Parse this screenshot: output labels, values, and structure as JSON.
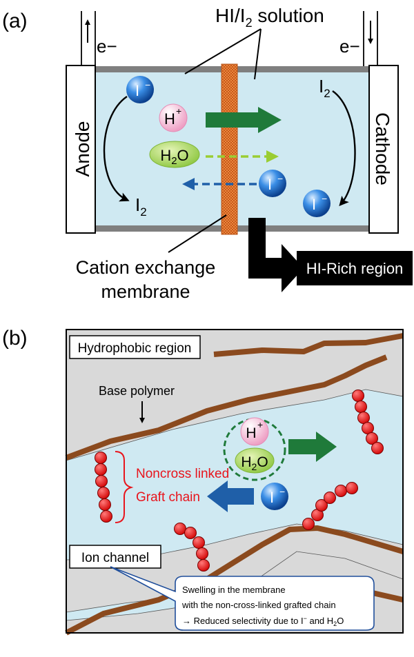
{
  "panel_a": {
    "label": "(a)",
    "electron_left": "e−",
    "electron_right": "e−",
    "solution_label": "HI/I",
    "solution_sub": "2",
    "solution_suffix": " solution",
    "anode": "Anode",
    "cathode": "Cathode",
    "iodide_symbol": "I",
    "minus": "−",
    "proton_symbol": "H",
    "plus": "+",
    "water_h": "H",
    "water_sub": "2",
    "water_o": "O",
    "iodine_symbol": "I",
    "iodine_sub": "2",
    "membrane_line1": "Cation exchange",
    "membrane_line2": "membrane",
    "hi_rich": "HI-Rich region",
    "colors": {
      "solution": "#cfe9f2",
      "membrane": "#e88a3c",
      "proton_arrow": "#1f7a3a",
      "water_arrow": "#9acd32",
      "iodide_arrow": "#1f5fa8"
    }
  },
  "panel_b": {
    "label": "(b)",
    "hydrophobic": "Hydrophobic region",
    "base_polymer": "Base polymer",
    "noncross_line1": "Noncross linked",
    "noncross_line2": "Graft chain",
    "ion_channel": "Ion channel",
    "callout_line1": "Swelling in the membrane",
    "callout_line2": "with the non-cross-linked grafted chain",
    "callout_line3_prefix": "→  Reduced selectivity due to I",
    "callout_line3_minus": "−",
    "callout_line3_mid": " and H",
    "callout_line3_sub": "2",
    "callout_line3_end": "O",
    "colors": {
      "hydrophobic": "#d9d9d9",
      "channel": "#cfe9f2",
      "polymer": "#8b4a1e",
      "graft": "#e8141c",
      "red_text": "#e8141c"
    }
  }
}
